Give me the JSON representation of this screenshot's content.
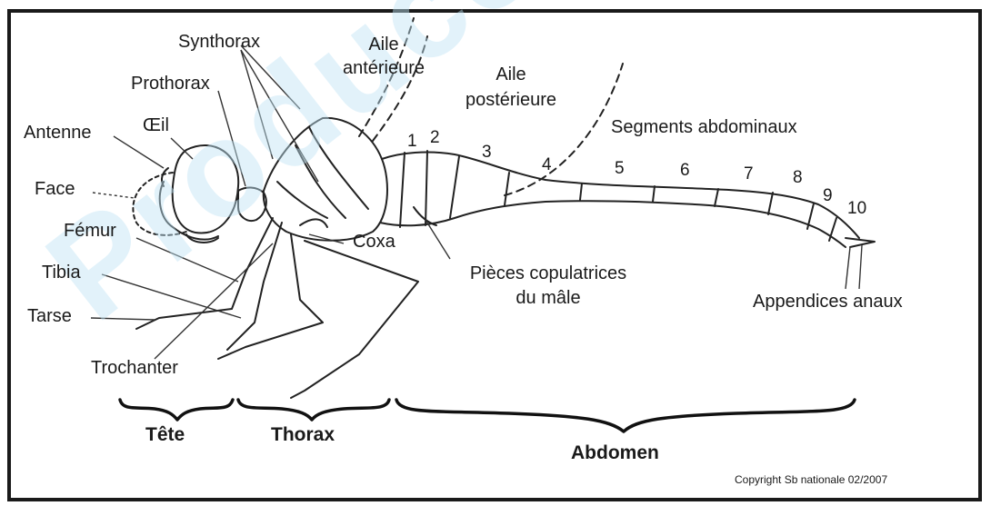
{
  "diagram": {
    "labels": {
      "synthorax": "Synthorax",
      "aile_anterieure": "Aile\nantérieure",
      "aile_posterieure": "Aile\npostérieure",
      "prothorax": "Prothorax",
      "oeil": "Œil",
      "antenne": "Antenne",
      "face": "Face",
      "femur": "Fémur",
      "tibia": "Tibia",
      "tarse": "Tarse",
      "trochanter": "Trochanter",
      "coxa": "Coxa",
      "segments_abdominaux": "Segments  abdominaux",
      "pieces_copulatrices": "Pièces copulatrices\ndu mâle",
      "appendices_anaux": "Appendices anaux"
    },
    "segment_numbers": [
      "1",
      "2",
      "3",
      "4",
      "5",
      "6",
      "7",
      "8",
      "9",
      "10"
    ],
    "regions": {
      "tete": "Tête",
      "thorax": "Thorax",
      "abdomen": "Abdomen"
    },
    "copyright": "Copyright Sb nationale 02/2007"
  },
  "colors": {
    "line": "#222222",
    "watermark": "#bfe4f4"
  }
}
